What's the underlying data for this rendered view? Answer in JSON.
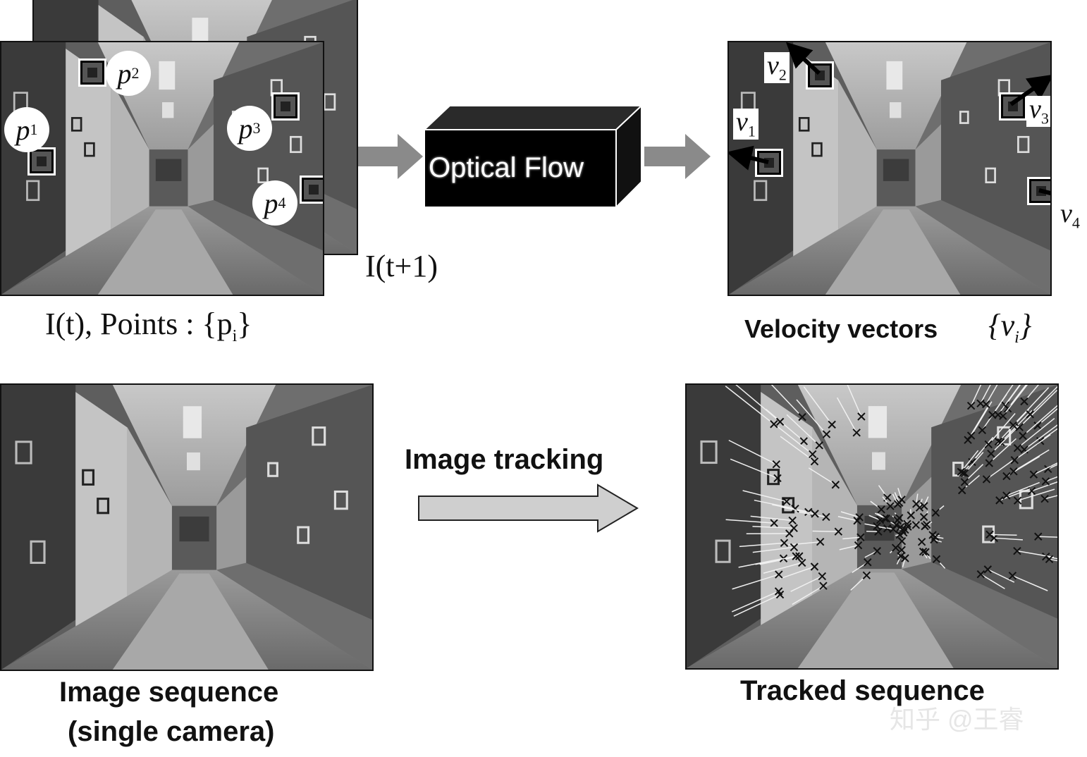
{
  "labels": {
    "frame_t_caption": "I(t),  Points : {p",
    "frame_t_caption_sub": "i",
    "frame_t1_caption": "I(t+1)",
    "optical_flow": "Optical Flow",
    "velocity_caption": "Velocity vectors",
    "velocity_set": "{v",
    "velocity_set_sub": "i",
    "image_tracking": "Image tracking",
    "image_sequence_line1": "Image sequence",
    "image_sequence_line2": "(single camera)",
    "tracked_sequence": "Tracked sequence",
    "watermark": "知乎 @王睿"
  },
  "points": [
    {
      "letter": "p",
      "sub": "1"
    },
    {
      "letter": "p",
      "sub": "2"
    },
    {
      "letter": "p",
      "sub": "3"
    },
    {
      "letter": "p",
      "sub": "4"
    }
  ],
  "vectors": [
    {
      "letter": "v",
      "sub": "1"
    },
    {
      "letter": "v",
      "sub": "2"
    },
    {
      "letter": "v",
      "sub": "3"
    },
    {
      "letter": "v",
      "sub": "4"
    }
  ],
  "colors": {
    "arrow_gray": "#8a8a8a",
    "box_black": "#000000",
    "tracking_arrow_fill": "#cfcfcf"
  }
}
